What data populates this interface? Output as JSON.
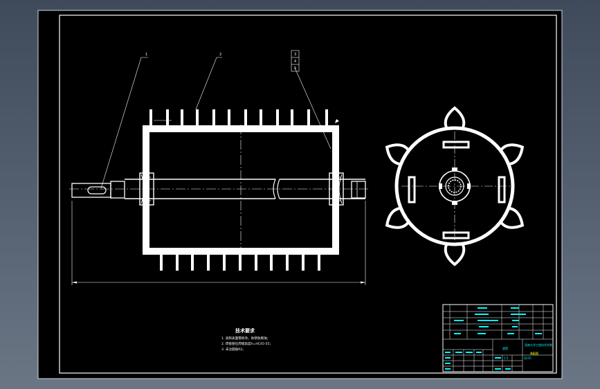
{
  "colors": {
    "background": "#000000",
    "line": "#ffffff",
    "titleblock_text": "#00ffff",
    "title_highlight": "#ffff00",
    "frame": "#cfd6de"
  },
  "callouts": {
    "c1": "1",
    "c2": "2",
    "c3": "3",
    "c4": "4",
    "c5": "5"
  },
  "notes": {
    "heading": "技术要求",
    "items": [
      "1. 滚筒表面需喷涂，防锈防腐蚀；",
      "2. 焊接部位焊缝高度h=HC45-55；",
      "3. 未注圆角R2。"
    ]
  },
  "titleblock": {
    "part_name": "滚筒",
    "school": "西南大学工程技术学院",
    "drawing_type": "装配图",
    "scale": "1:5",
    "material": "Q235"
  }
}
